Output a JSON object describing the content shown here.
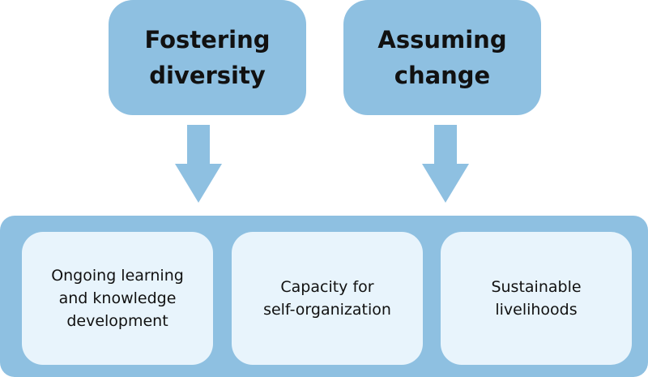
{
  "top_boxes": [
    {
      "line1": "Fostering",
      "line2": "diversity"
    },
    {
      "line1": "Assuming",
      "line2": "change"
    }
  ],
  "bottom_boxes": [
    {
      "lines": [
        "Ongoing learning",
        "and knowledge",
        "development"
      ]
    },
    {
      "lines": [
        "Capacity for",
        "self-organization"
      ]
    },
    {
      "lines": [
        "Sustainable",
        "livelihoods"
      ]
    }
  ],
  "colors": {
    "box_fill": "#8ec0e1",
    "inner_fill": "#e8f4fc",
    "arrow_fill": "#8ec0e1",
    "text": "#111111"
  }
}
